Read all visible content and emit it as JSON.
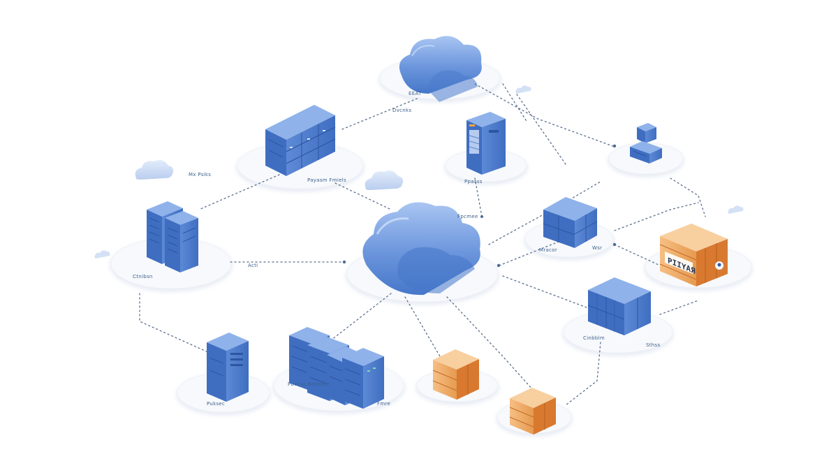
{
  "diagram": {
    "labels": {
      "top_cloud": "EEAT",
      "top_cloud_sub": "Dvcnks",
      "rack_top_left": "Payasm Fmiels",
      "tower_top": "Ppasss",
      "tower_top_label": "Fpcmee",
      "small_stack": "",
      "twin_tower_left": "Ctnibsn",
      "api_link": "Acti",
      "cubes_mid": "Mracor",
      "cubes_mid_right": "Wsr",
      "cubes_low": "Cinbblm",
      "cubes_low_right": "Sthss",
      "tower_bottom": "Puksec",
      "rack_cluster": "Puvcas Beesess",
      "rack_cluster_right": "Fmre",
      "left_cloud_tag": "Mx Psiks"
    },
    "crate_text": "PIIYAЯ",
    "colors": {
      "blue_light": "#7ea6e3",
      "blue_mid": "#4d7ccc",
      "blue_dark": "#2f5aa6",
      "orange_light": "#f3b67a",
      "orange_dark": "#d8792f",
      "platform": "#f3f5f9"
    },
    "icons": [
      "cloud-icon",
      "server-rack-icon",
      "server-tower-icon",
      "container-icon",
      "crate-icon"
    ]
  }
}
